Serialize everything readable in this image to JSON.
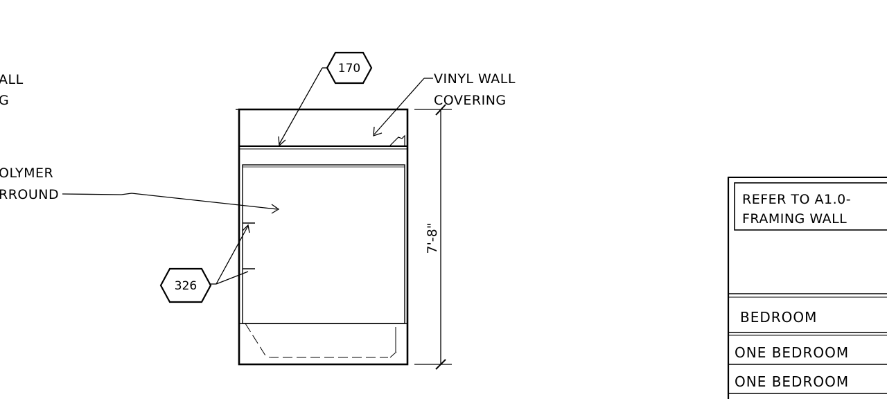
{
  "labels": {
    "left_wall_covering": [
      "ALL",
      "G"
    ],
    "polymer_surround": [
      "OLYMER",
      "RROUND"
    ],
    "vinyl_wall_covering": [
      "VINYL WALL",
      "COVERING"
    ]
  },
  "tags": {
    "top": "170",
    "side": "326"
  },
  "dimension": {
    "height": "7'-8\""
  },
  "table": {
    "note": [
      "REFER TO A1.0-",
      "FRAMING WALL"
    ],
    "rows": [
      "BEDROOM",
      "ONE BEDROOM",
      "ONE BEDROOM"
    ]
  }
}
